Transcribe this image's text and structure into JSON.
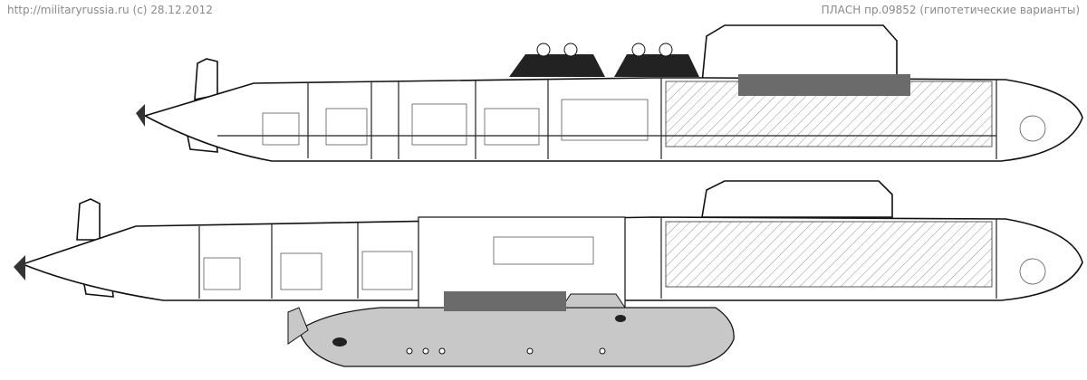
{
  "header": {
    "source": "http://militaryrussia.ru (c) 28.12.2012",
    "title": "ПЛАСН пр.09852 (гипотетические варианты)"
  },
  "variants": [
    {
      "name": "variant-top"
    },
    {
      "name": "variant-bottom-with-minisub"
    }
  ],
  "colors": {
    "caption": "#8a8a8a",
    "dark_block": "#6b6b6b",
    "minisub": "#c8c8c8"
  }
}
